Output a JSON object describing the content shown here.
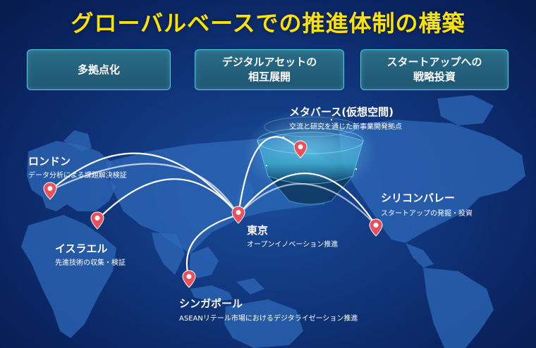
{
  "title": "グローバルベースでの推進体制の構築",
  "boxes": [
    {
      "label": "多拠点化"
    },
    {
      "label": "デジタルアセットの\n相互展開"
    },
    {
      "label": "スタートアップへの\n戦略投資"
    }
  ],
  "locations": {
    "london": {
      "name": "ロンドン",
      "desc": "データ分析による課題解決検証"
    },
    "israel": {
      "name": "イスラエル",
      "desc": "先進技術の収集・検証"
    },
    "tokyo": {
      "name": "東京",
      "desc": "オープンイノベーション推進"
    },
    "singapore": {
      "name": "シンガポール",
      "desc": "ASEANリテール市場におけるデジタライゼーション推進"
    },
    "metaverse": {
      "name": "メタバース(仮想空間)",
      "desc": "交流と研究を通じた新事業開発拠点"
    },
    "silicon_valley": {
      "name": "シリコンバレー",
      "desc": "スタートアップの発掘・投資"
    }
  },
  "colors": {
    "title": "#ffe200",
    "pin": "#e8505b",
    "box_border": "#4fd0dd"
  }
}
